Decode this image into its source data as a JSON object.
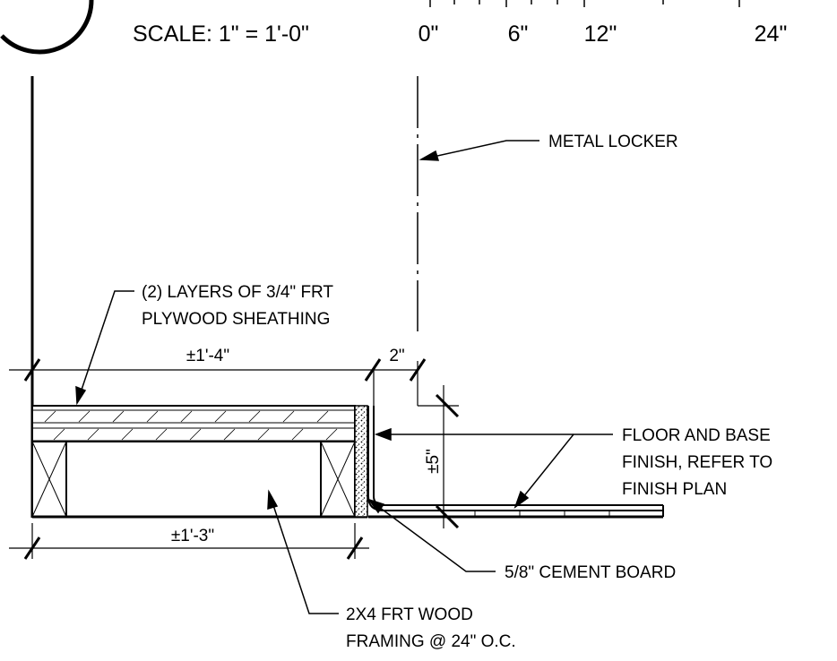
{
  "scale": {
    "label": "SCALE: 1\" = 1'-0\"",
    "ticks": [
      "0\"",
      "6\"",
      "12\"",
      "24\""
    ]
  },
  "notes": {
    "metal_locker": "METAL LOCKER",
    "plywood_line1": "(2) LAYERS OF 3/4\" FRT",
    "plywood_line2": "PLYWOOD SHEATHING",
    "floor_line1": "FLOOR AND BASE",
    "floor_line2": "FINISH, REFER TO",
    "floor_line3": "FINISH PLAN",
    "cement_board": "5/8\" CEMENT BOARD",
    "framing_line1": "2X4 FRT WOOD",
    "framing_line2": "FRAMING @ 24\" O.C."
  },
  "dimensions": {
    "top_width": "±1'-4\"",
    "board_gap": "2\"",
    "base_height": "±5\"",
    "bottom_width": "±1'-3\""
  }
}
